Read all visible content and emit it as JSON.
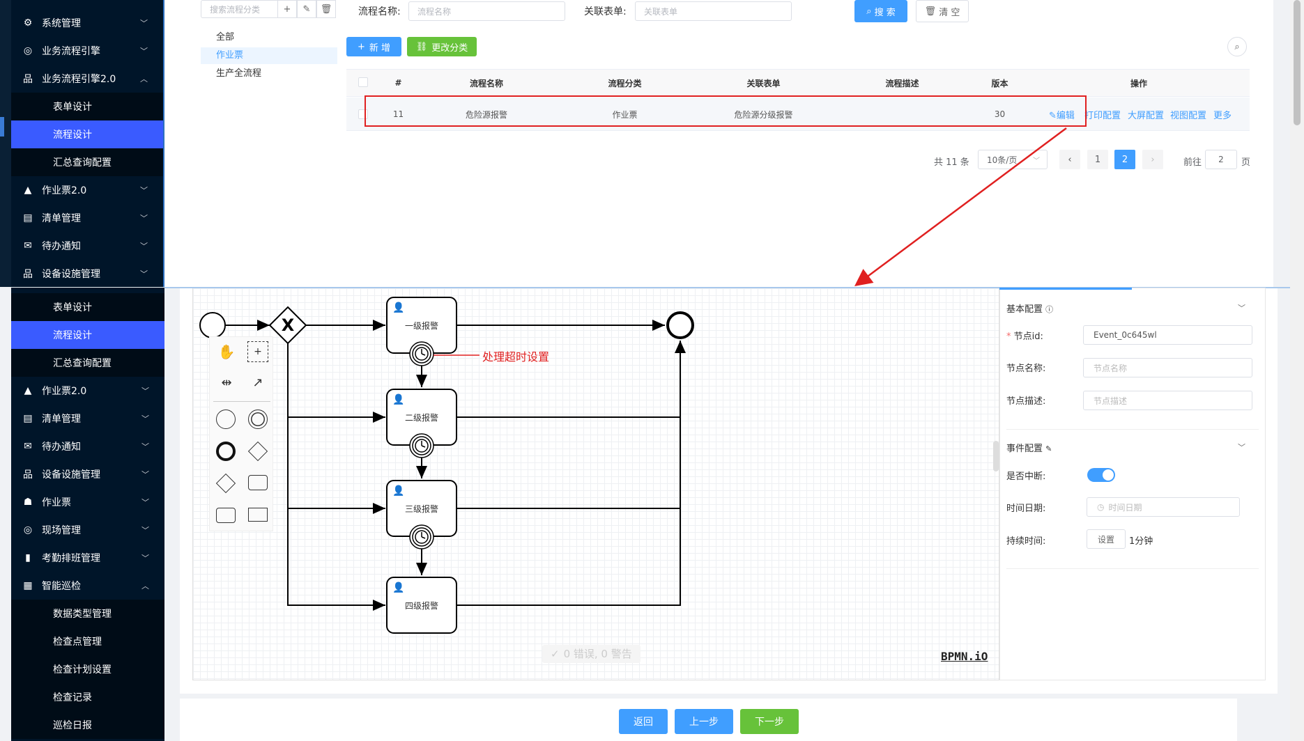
{
  "colors": {
    "sidebar_bg": "#001529",
    "sidebar_active": "#3a5bff",
    "primary": "#409eff",
    "success": "#67c23a",
    "annotation": "#e02020"
  },
  "sidebar_top": [
    {
      "label": "系统管理",
      "icon": "gear-icon",
      "glyph": "⚙",
      "expanded": false
    },
    {
      "label": "业务流程引擎",
      "icon": "flow-engine-icon",
      "glyph": "◎",
      "expanded": false
    },
    {
      "label": "业务流程引擎2.0",
      "icon": "sitemap-icon",
      "glyph": "品",
      "expanded": true,
      "children": [
        {
          "label": "表单设计",
          "active": false
        },
        {
          "label": "流程设计",
          "active": true
        },
        {
          "label": "汇总查询配置",
          "active": false
        }
      ]
    },
    {
      "label": "作业票2.0",
      "icon": "cone-icon",
      "glyph": "▲",
      "expanded": false
    },
    {
      "label": "清单管理",
      "icon": "list-icon",
      "glyph": "▤",
      "expanded": false
    },
    {
      "label": "待办通知",
      "icon": "mail-icon",
      "glyph": "✉",
      "expanded": false
    },
    {
      "label": "设备设施管理",
      "icon": "sitemap-icon",
      "glyph": "品",
      "expanded": false
    }
  ],
  "sidebar_bottom": {
    "children": [
      {
        "label": "表单设计",
        "active": false
      },
      {
        "label": "流程设计",
        "active": true
      },
      {
        "label": "汇总查询配置",
        "active": false
      }
    ],
    "items": [
      {
        "label": "作业票2.0",
        "icon": "cone-icon",
        "glyph": "▲",
        "expanded": false
      },
      {
        "label": "清单管理",
        "icon": "list-icon",
        "glyph": "▤",
        "expanded": false
      },
      {
        "label": "待办通知",
        "icon": "mail-icon",
        "glyph": "✉",
        "expanded": false
      },
      {
        "label": "设备设施管理",
        "icon": "sitemap-icon",
        "glyph": "品",
        "expanded": false
      },
      {
        "label": "作业票",
        "icon": "ticket-icon",
        "glyph": "☗",
        "expanded": false
      },
      {
        "label": "现场管理",
        "icon": "site-icon",
        "glyph": "◎",
        "expanded": false
      },
      {
        "label": "考勤排班管理",
        "icon": "bar-chart-icon",
        "glyph": "▮",
        "expanded": false
      },
      {
        "label": "智能巡检",
        "icon": "grid-icon",
        "glyph": "▦",
        "expanded": true
      }
    ],
    "sub": [
      "数据类型管理",
      "检查点管理",
      "检查计划设置",
      "检查记录",
      "巡检日报"
    ]
  },
  "category": {
    "search_placeholder": "搜索流程分类",
    "items": [
      "全部",
      "作业票",
      "生产全流程"
    ],
    "selected": 1
  },
  "search": {
    "name_label": "流程名称:",
    "name_placeholder": "流程名称",
    "form_label": "关联表单:",
    "form_placeholder": "关联表单",
    "search_btn": "搜 索",
    "clear_btn": "清 空"
  },
  "toolbar": {
    "add": "新 增",
    "change_category": "更改分类"
  },
  "table": {
    "headers": [
      "#",
      "流程名称",
      "流程分类",
      "关联表单",
      "流程描述",
      "版本",
      "操作"
    ],
    "rows": [
      {
        "index": "11",
        "name": "危险源报警",
        "category": "作业票",
        "form": "危险源分级报警",
        "desc": "",
        "version": "30",
        "actions": [
          "编辑",
          "打印配置",
          "大屏配置",
          "视图配置",
          "更多"
        ]
      }
    ]
  },
  "pagination": {
    "total": "共 11 条",
    "page_size": "10条/页",
    "pages": [
      "1",
      "2"
    ],
    "current": "2",
    "goto_label": "前往",
    "goto_value": "2",
    "page_suffix": "页"
  },
  "diagram": {
    "tasks": [
      "一级报警",
      "二级报警",
      "三级报警",
      "四级报警"
    ],
    "annotation": "处理超时设置",
    "status": "0 错误, 0 警告",
    "watermark": "BPMN.iO"
  },
  "props": {
    "basic_title": "基本配置",
    "node_id_label": "节点id:",
    "node_id_value": "Event_0c645wl",
    "node_name_label": "节点名称:",
    "node_name_placeholder": "节点名称",
    "node_desc_label": "节点描述:",
    "node_desc_placeholder": "节点描述",
    "event_title": "事件配置",
    "interrupt_label": "是否中断:",
    "interrupt_on": true,
    "date_label": "时间日期:",
    "date_placeholder": "时间日期",
    "duration_label": "持续时间:",
    "duration_btn": "设置",
    "duration_value": "1分钟"
  },
  "footer": {
    "back": "返回",
    "prev": "上一步",
    "next": "下一步"
  }
}
